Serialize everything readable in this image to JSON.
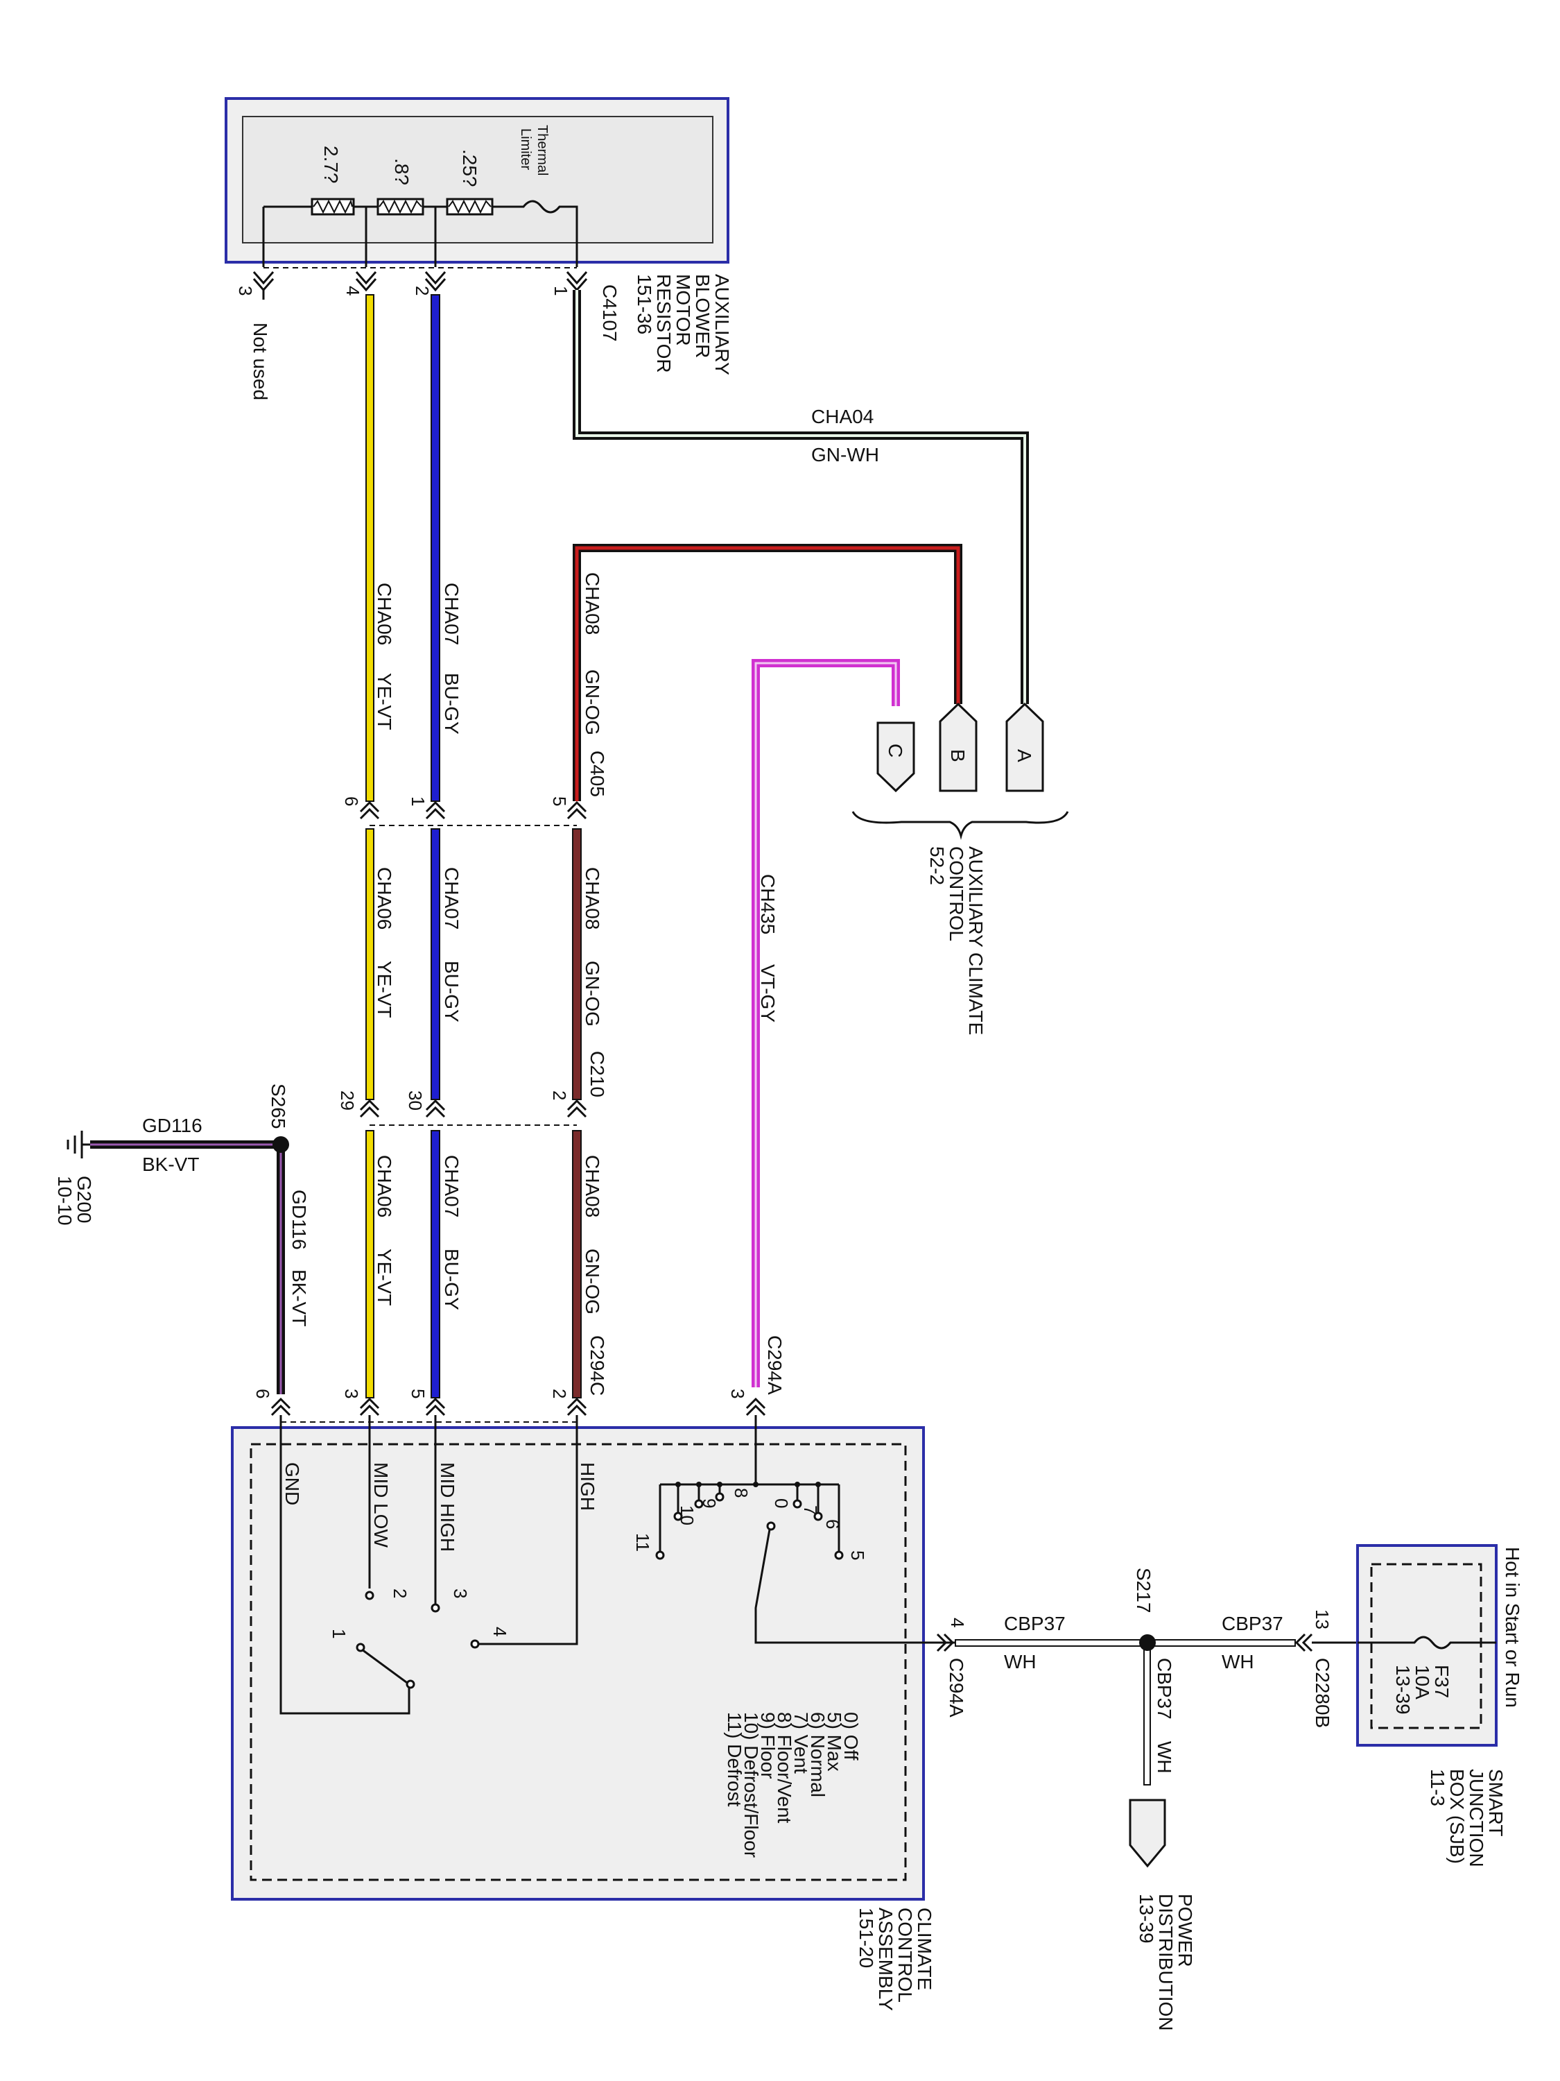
{
  "components": {
    "resistor": {
      "lines": [
        "AUXILIARY",
        "BLOWER",
        "MOTOR",
        "RESISTOR",
        "151-36"
      ],
      "connector": "C4107"
    },
    "aux_control": {
      "lines": [
        "AUXILIARY CLIMATE",
        "CONTROL",
        "52-2"
      ]
    },
    "climate_assembly": {
      "lines": [
        "CLIMATE",
        "CONTROL",
        "ASSEMBLY",
        "151-20"
      ]
    },
    "sjb": {
      "lines": [
        "SMART",
        "JUNCTION",
        "BOX (SJB)",
        "11-3"
      ],
      "hot_label": "Hot in Start or Run"
    },
    "power_dist": {
      "lines": [
        "POWER",
        "DISTRIBUTION",
        "13-39"
      ]
    },
    "ground": {
      "lines": [
        "G200",
        "10-10"
      ]
    }
  },
  "resistor_internals": {
    "values": [
      "2.7?",
      ".8?",
      ".25?"
    ],
    "limiter": [
      "Thermal",
      "Limiter"
    ],
    "pins": [
      "3",
      "4",
      "2",
      "1"
    ],
    "not_used": "Not used"
  },
  "harness": {
    "wire_ids": [
      "CHA06",
      "CHA07",
      "CHA08"
    ],
    "wire_colors": [
      "YE-VT",
      "BU-GY",
      "GN-OG"
    ],
    "c405": {
      "name": "C405",
      "pins": [
        "6",
        "1",
        "5"
      ]
    },
    "c210": {
      "name": "C210",
      "pins": [
        "29",
        "30",
        "2"
      ]
    }
  },
  "wires": {
    "cha04": {
      "id": "CHA04",
      "color": "GN-WH"
    },
    "ch435": {
      "id": "CH435",
      "color": "VT-GY"
    },
    "gd116": {
      "id": "GD116",
      "color": "BK-VT"
    },
    "cbp37": {
      "id": "CBP37",
      "color": "WH"
    }
  },
  "aux_pins": [
    "C",
    "B",
    "A"
  ],
  "splices": {
    "s265": "S265",
    "s217": "S217"
  },
  "connectors": {
    "c294c": {
      "name": "C294C",
      "pins": [
        "6",
        "3",
        "5",
        "2"
      ]
    },
    "c294a": {
      "name": "C294A",
      "pin3": "3",
      "pin4": "4"
    },
    "c2280b": {
      "name": "C2280B",
      "pin": "13"
    }
  },
  "fuse": {
    "lines": [
      "F37",
      "10A",
      "13-39"
    ]
  },
  "blower_switch": {
    "labels": [
      "GND",
      "MID LOW",
      "MID HIGH",
      "HIGH"
    ],
    "positions": [
      "1",
      "2",
      "3",
      "4"
    ]
  },
  "mode_switch": {
    "positions": [
      "11",
      "10",
      "9",
      "8",
      "0",
      "7",
      "6",
      "5"
    ]
  },
  "mode_legend": [
    "0) Off",
    "5) Max",
    "6) Normal",
    "7) Vent",
    "8) Floor/Vent",
    "9) Floor",
    "10) Defrost/Floor",
    "11) Defrost"
  ],
  "colors": {
    "border": "#2b2ea8",
    "fill": "#efefef",
    "yellow": "#f2dc00",
    "blue": "#1f1fd0",
    "red": "#c81e1e",
    "magenta": "#d030d0"
  }
}
